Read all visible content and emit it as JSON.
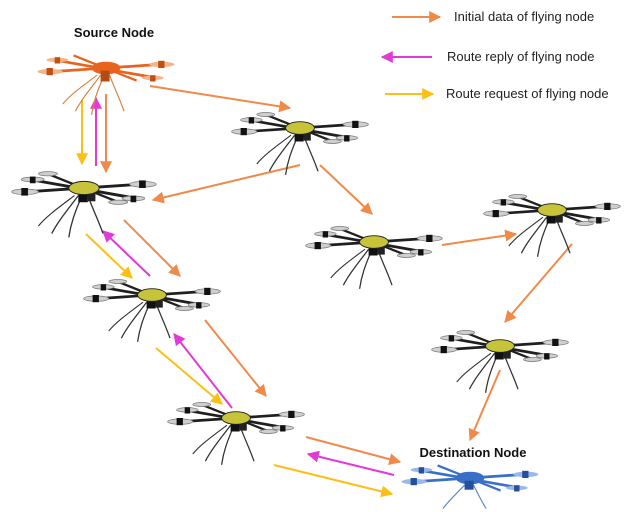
{
  "labels": {
    "source": "Source Node",
    "destination": "Destination Node"
  },
  "legend": [
    {
      "id": "data",
      "text": "Initial data of flying node",
      "color": "#f08a4b"
    },
    {
      "id": "reply",
      "text": "Route reply of flying node",
      "color": "#e23ad6"
    },
    {
      "id": "request",
      "text": "Route request of flying node",
      "color": "#fbbf16"
    }
  ],
  "colors": {
    "source_drone": "#e8641e",
    "destination_drone": "#3a6fc8",
    "relay_drone": "#2b2b20",
    "relay_accent": "#c7c43a"
  }
}
